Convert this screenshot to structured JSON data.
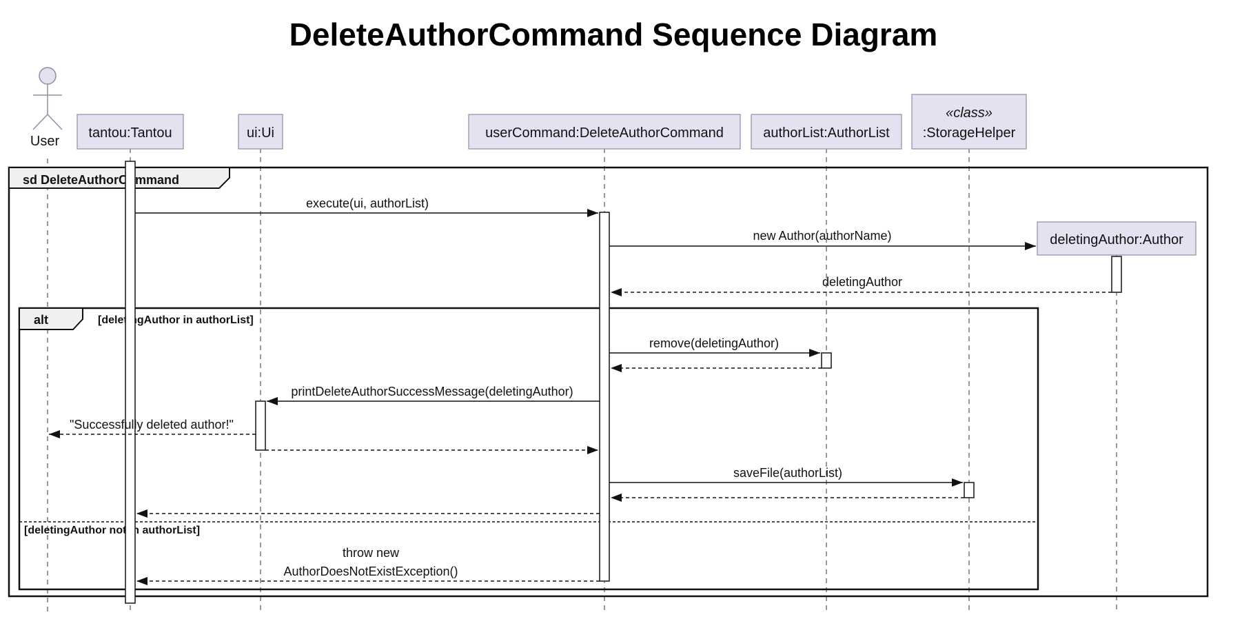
{
  "title": "DeleteAuthorCommand Sequence Diagram",
  "actor": {
    "label": "User"
  },
  "participants": [
    {
      "label": "tantou:Tantou"
    },
    {
      "label": "ui:Ui"
    },
    {
      "label": "userCommand:DeleteAuthorCommand"
    },
    {
      "label": "authorList:AuthorList"
    },
    {
      "stereotype": "«class»",
      "label": ":StorageHelper"
    },
    {
      "label": "deletingAuthor:Author"
    }
  ],
  "frame": {
    "label": "sd DeleteAuthorCommand"
  },
  "alt": {
    "label": "alt",
    "guard1": "[deletingAuthor in authorList]",
    "guard2": "[deletingAuthor not in authorList]"
  },
  "messages": {
    "execute": "execute(ui, authorList)",
    "new_author": "new Author(authorName)",
    "deleting_author_return": "deletingAuthor",
    "remove": "remove(deletingAuthor)",
    "print_success": "printDeleteAuthorSuccessMessage(deletingAuthor)",
    "success_text": "\"Successfully deleted author!\"",
    "save_file": "saveFile(authorList)",
    "throw_line1": "throw new",
    "throw_line2": "AuthorDoesNotExistException()"
  },
  "colors": {
    "participant_fill": "#e3e2f0",
    "participant_stroke": "#8e8ca8",
    "line": "#111111"
  }
}
